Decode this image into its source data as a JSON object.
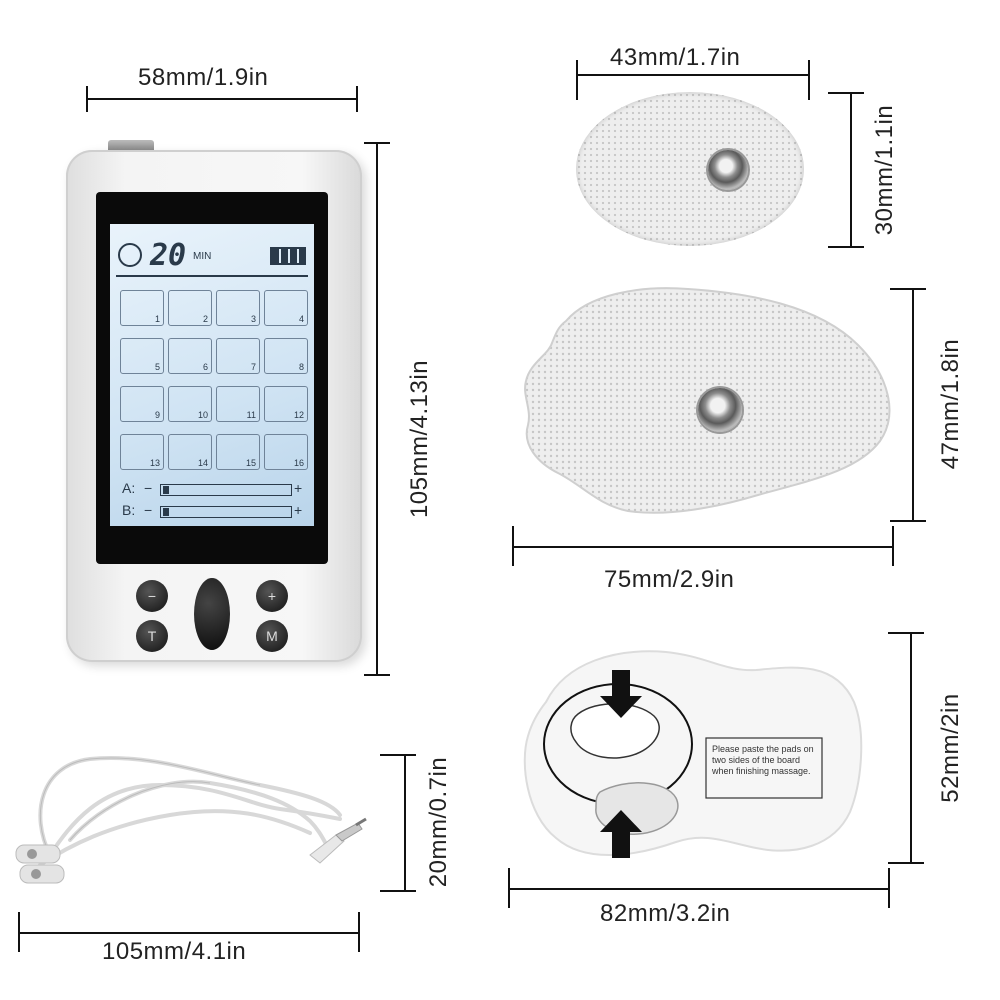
{
  "dimensions": {
    "device_width": "58mm/1.9in",
    "device_height": "105mm/4.13in",
    "oval_pad_width": "43mm/1.7in",
    "oval_pad_height": "30mm/1.1in",
    "palm_pad_height": "47mm/1.8in",
    "palm_pad_width": "75mm/2.9in",
    "backing_height": "52mm/2in",
    "backing_width": "82mm/3.2in",
    "cable_height": "20mm/0.7in",
    "cable_length": "105mm/4.1in"
  },
  "lcd": {
    "timer_value": "20",
    "timer_unit": "MIN",
    "channel_a": "A:",
    "channel_b": "B:",
    "minus": "−",
    "plus": "+",
    "modes": [
      "1",
      "2",
      "3",
      "4",
      "5",
      "6",
      "7",
      "8",
      "9",
      "10",
      "11",
      "12",
      "13",
      "14",
      "15",
      "16"
    ]
  },
  "buttons": {
    "minus": "−",
    "plus": "+",
    "timer": "T",
    "mode": "M"
  },
  "backing_text": "Please paste the pads on two sides of the board when finishing massage.",
  "icons": [
    "clock-icon",
    "battery-icon",
    "arrow-down-icon",
    "arrow-up-icon"
  ]
}
